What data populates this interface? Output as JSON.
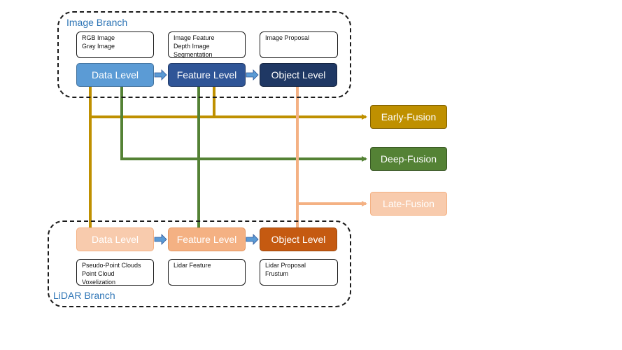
{
  "image_branch": {
    "title": "Image Branch",
    "notes": [
      [
        "RGB Image",
        "Gray Image"
      ],
      [
        "Image Feature",
        "Depth Image",
        "Segmentation"
      ],
      [
        "Image Proposal"
      ]
    ],
    "levels": [
      "Data Level",
      "Feature Level",
      "Object Level"
    ]
  },
  "lidar_branch": {
    "title": "LiDAR Branch",
    "notes": [
      [
        "Pseudo-Point Clouds",
        "Point Cloud",
        "Voxelization"
      ],
      [
        "Lidar Feature"
      ],
      [
        "Lidar Proposal",
        "Frustum"
      ]
    ],
    "levels": [
      "Data Level",
      "Feature Level",
      "Object Level"
    ]
  },
  "fusion": {
    "early": "Early-Fusion",
    "deep": "Deep-Fusion",
    "late": "Late-Fusion"
  },
  "colors": {
    "image_data": "#5b9bd5",
    "image_feature": "#2f5597",
    "image_object": "#1f3864",
    "lidar_data": "#f4b183",
    "lidar_feature": "#f4b183",
    "lidar_object": "#c55a11",
    "early": "#bf9000",
    "deep": "#548235",
    "late": "#f4b183",
    "branch_label": "#2e75b6"
  }
}
